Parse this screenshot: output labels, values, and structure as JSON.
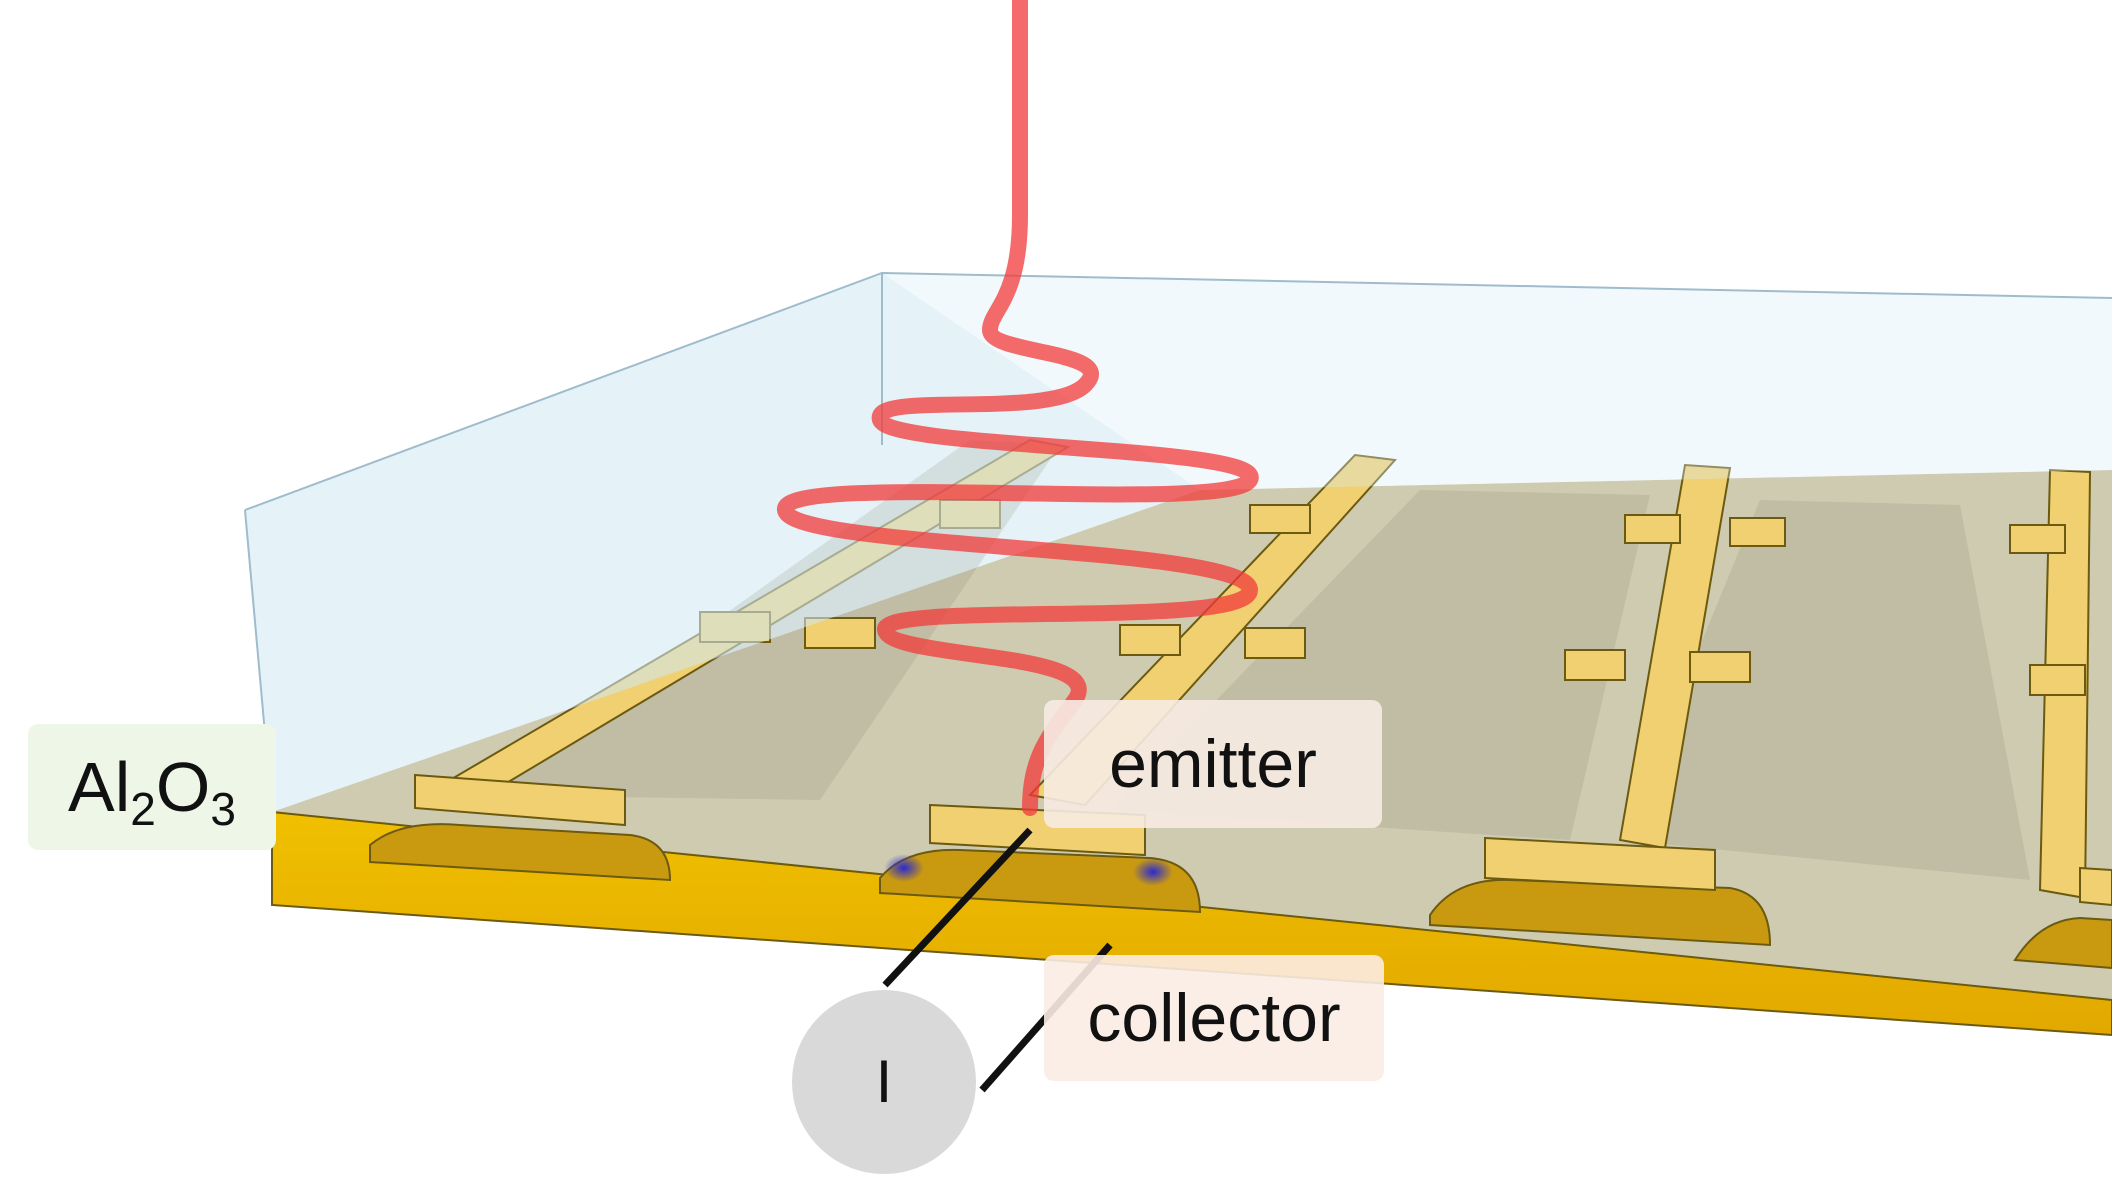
{
  "labels": {
    "substrate": {
      "main": "Al",
      "sub1": "2",
      "mid": "O",
      "sub2": "3"
    },
    "emitter": "emitter",
    "collector": "collector",
    "meter": "I"
  },
  "colors": {
    "gold": "#e8b400",
    "gold_dark": "#c99400",
    "gold_light": "#f0d070",
    "oxide": "#dbeef7",
    "oxide_edge": "#9fbccd",
    "laser": "#f23a3a",
    "meter_fill": "#d9d9d9",
    "al2o3_label_bg": "#eef6e8",
    "emitter_label_bg": "#f7ebe3",
    "collector_label_bg": "#fbece3",
    "hot_spot": "#3b3bd6"
  }
}
